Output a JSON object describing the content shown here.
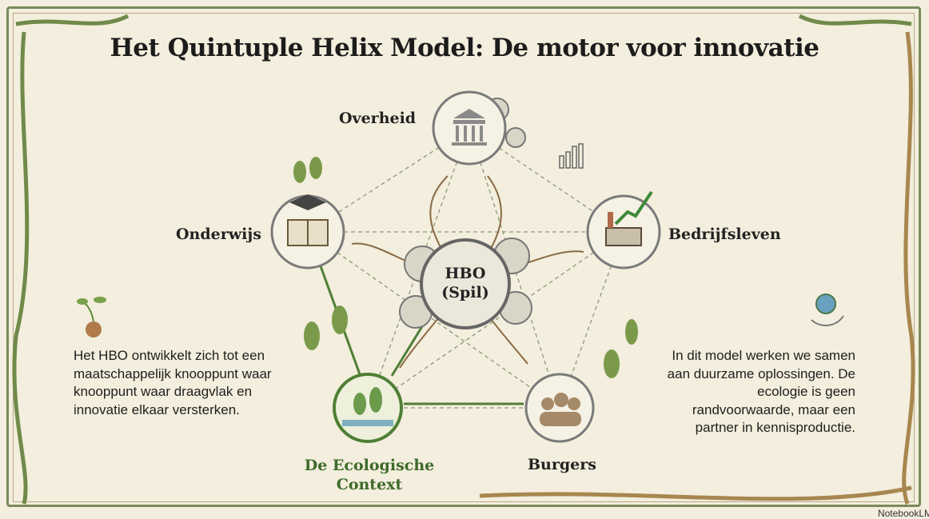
{
  "title": "Het Quintuple Helix Model: De motor voor innovatie",
  "nodes": {
    "overheid": "Overheid",
    "onderwijs": "Onderwijs",
    "bedrijfsleven": "Bedrijfsleven",
    "ecologie_line1": "De Ecologische",
    "ecologie_line2": "Context",
    "burgers": "Burgers",
    "hbo_line1": "HBO",
    "hbo_line2": "(Spil)"
  },
  "left_text": "Het HBO ontwikkelt zich tot een maatschappelijk knooppunt waar knooppunt waar draagvlak en innovatie elkaar versterken.",
  "right_text": "In dit model werken we samen aan duurzame oplossingen. De ecologie is geen randvoorwaarde, maar een partner in kennisproductie.",
  "footer": "NotebookLM",
  "colors": {
    "background": "#f3eedd",
    "accent_green": "#3d6b2a",
    "border": "#7a8a5a"
  }
}
